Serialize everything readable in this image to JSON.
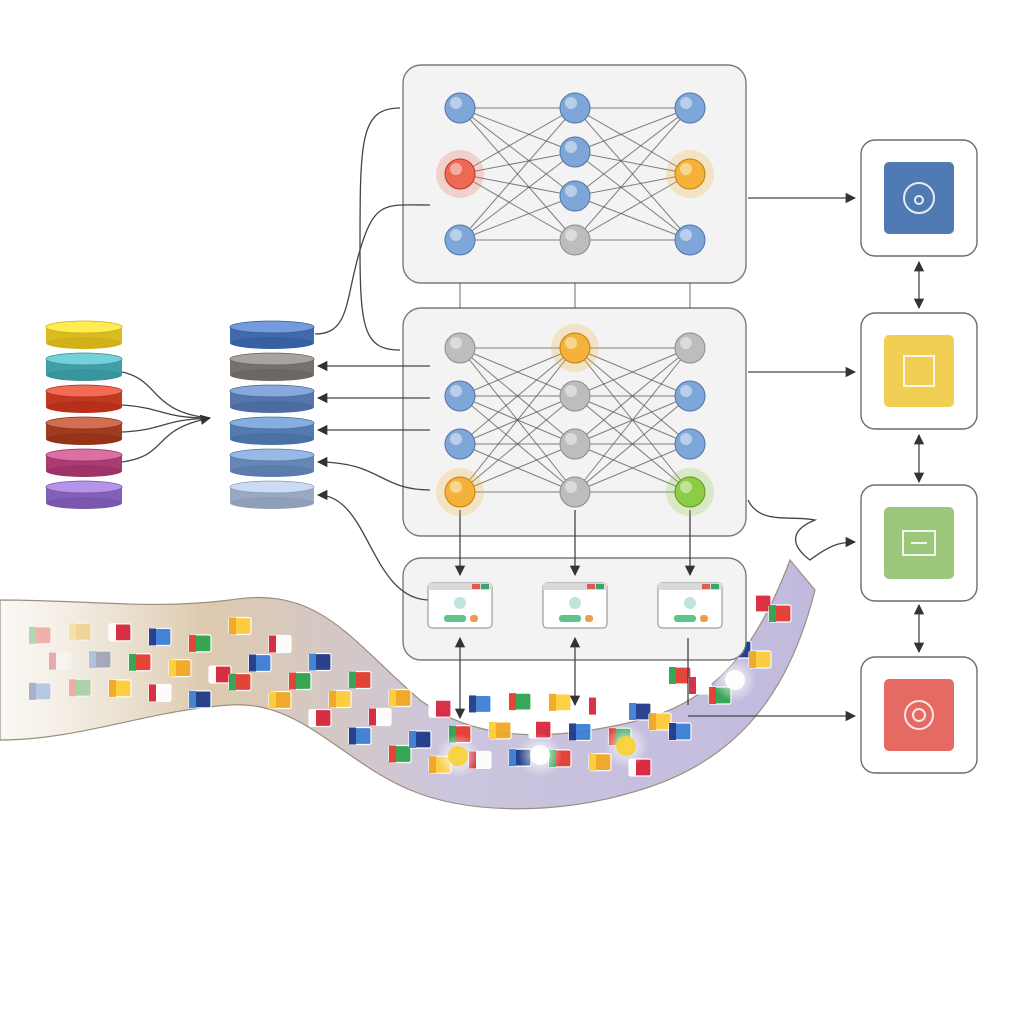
{
  "colors": {
    "node_blue": "#7fa6d8",
    "node_gray": "#bdbdbd",
    "node_orange": "#f4b23a",
    "node_red": "#ec6a55",
    "node_green": "#8ccc46",
    "node_yellow": "#f8d23a",
    "river_gray": "#cfc6dd",
    "river_tan": "#d8c3a2"
  },
  "data_stack_left": {
    "disks": [
      {
        "color": "#f3d43a"
      },
      {
        "color": "#5bb7c0"
      },
      {
        "color": "#d9523c"
      },
      {
        "color": "#b8553a"
      },
      {
        "color": "#c2558a"
      },
      {
        "color": "#9b7ad0"
      }
    ]
  },
  "data_stack_right": {
    "disks": [
      {
        "color": "#5a83c6"
      },
      {
        "color": "#8f8a85"
      },
      {
        "color": "#6f8fc4"
      },
      {
        "color": "#6d94c7"
      },
      {
        "color": "#7f9fcc"
      },
      {
        "color": "#b2c2dc"
      }
    ]
  },
  "network_top": {
    "columns": [
      [
        "blue",
        "red",
        "blue"
      ],
      [
        "blue",
        "blue",
        "blue",
        "gray"
      ],
      [
        "blue",
        "orange",
        "blue"
      ]
    ]
  },
  "network_middle": {
    "columns": [
      [
        "gray",
        "blue",
        "blue",
        "orange"
      ],
      [
        "orange",
        "gray",
        "gray",
        "gray"
      ],
      [
        "gray",
        "blue",
        "blue",
        "green"
      ]
    ]
  },
  "ui_cards": [
    {
      "accent": "#5cc68a"
    },
    {
      "accent": "#5cc68a"
    },
    {
      "accent": "#5cc68a"
    }
  ],
  "output_tiles": [
    {
      "color": "#4f7ab3",
      "icon": "face-outline-icon"
    },
    {
      "color": "#f0cf54",
      "icon": "frame-icon"
    },
    {
      "color": "#9cc77a",
      "icon": "chart-frame-icon"
    },
    {
      "color": "#e46a63",
      "icon": "lifebuoy-icon"
    }
  ],
  "flags_stream": {
    "flag_colors": [
      "#e43d30",
      "#3d7fd6",
      "#ffffff",
      "#f2a822",
      "#2ea44f",
      "#1f3a8a",
      "#d7263d",
      "#ffce3a"
    ]
  }
}
